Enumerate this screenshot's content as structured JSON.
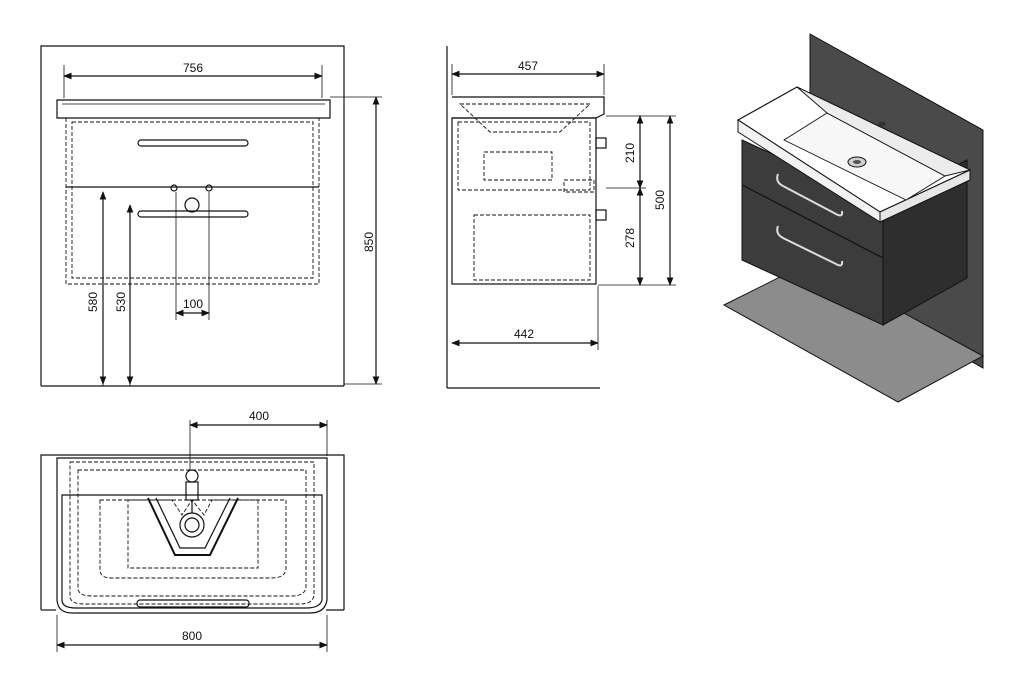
{
  "front_view": {
    "width": "756",
    "height_total": "850",
    "h_580": "580",
    "h_530": "530",
    "offset_100": "100"
  },
  "side_view": {
    "depth_top": "457",
    "depth_bottom": "442",
    "h_210": "210",
    "h_500": "500",
    "h_278": "278"
  },
  "top_view": {
    "half_width": "400",
    "width": "800"
  },
  "colors": {
    "line": "#111111",
    "wall": "#4a4a4a",
    "shelf": "#8c8c8c",
    "cabinet": "#3c3c3c",
    "basin": "#ffffff"
  }
}
